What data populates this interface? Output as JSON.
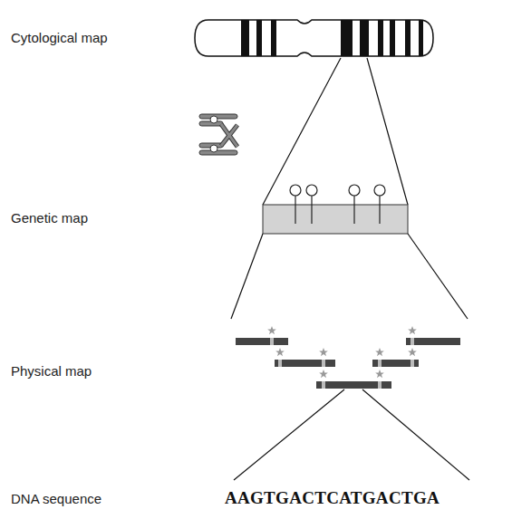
{
  "diagram": {
    "labels": [
      "Cytological map",
      "Genetic map",
      "Physical map",
      "DNA sequence",
      "AAGTGACTCATGACTGA"
    ]
  }
}
